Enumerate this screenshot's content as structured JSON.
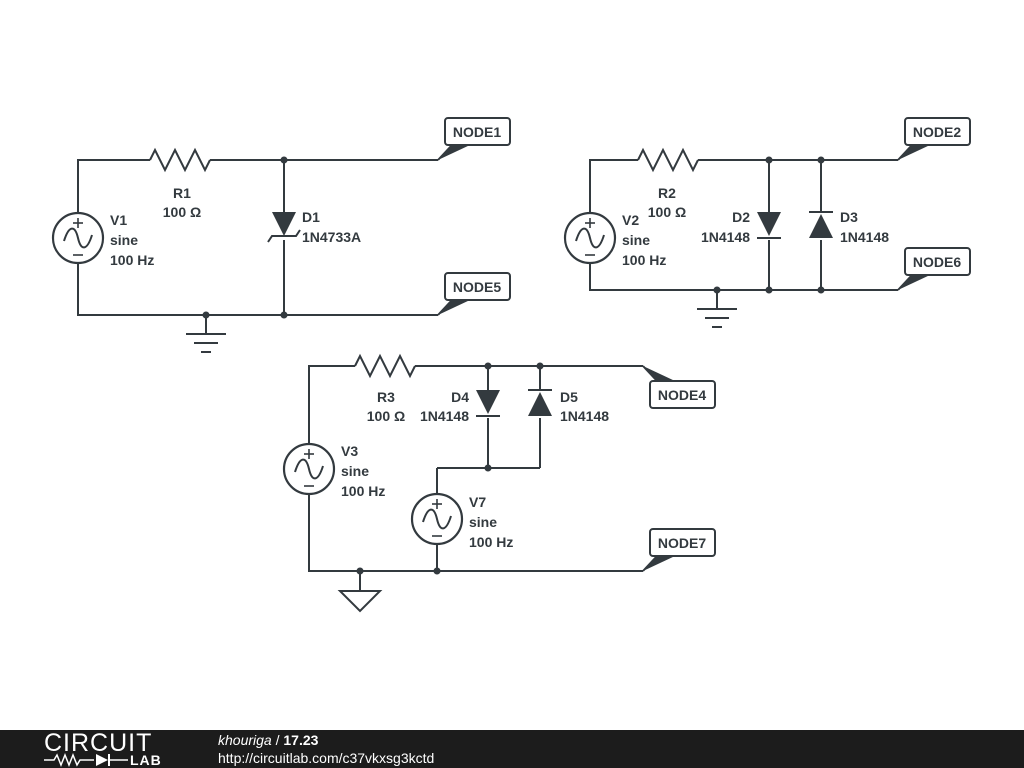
{
  "components": {
    "r1": {
      "name": "R1",
      "value": "100 Ω"
    },
    "r2": {
      "name": "R2",
      "value": "100 Ω"
    },
    "r3": {
      "name": "R3",
      "value": "100 Ω"
    },
    "v1": {
      "name": "V1",
      "type": "sine",
      "freq": "100 Hz"
    },
    "v2": {
      "name": "V2",
      "type": "sine",
      "freq": "100 Hz"
    },
    "v3": {
      "name": "V3",
      "type": "sine",
      "freq": "100 Hz"
    },
    "v7": {
      "name": "V7",
      "type": "sine",
      "freq": "100 Hz"
    },
    "d1": {
      "name": "D1",
      "part": "1N4733A"
    },
    "d2": {
      "name": "D2",
      "part": "1N4148"
    },
    "d3": {
      "name": "D3",
      "part": "1N4148"
    },
    "d4": {
      "name": "D4",
      "part": "1N4148"
    },
    "d5": {
      "name": "D5",
      "part": "1N4148"
    }
  },
  "nodes": {
    "node1": "NODE1",
    "node2": "NODE2",
    "node4": "NODE4",
    "node5": "NODE5",
    "node6": "NODE6",
    "node7": "NODE7"
  },
  "footer": {
    "logo_top": "CIRCUIT",
    "logo_bottom": "LAB",
    "author": "khouriga",
    "separator": " / ",
    "title": "17.23",
    "url": "http://circuitlab.com/c37vkxsg3kctd"
  },
  "colors": {
    "wire": "#333a3f",
    "footer_bg": "#1c1c1c"
  }
}
